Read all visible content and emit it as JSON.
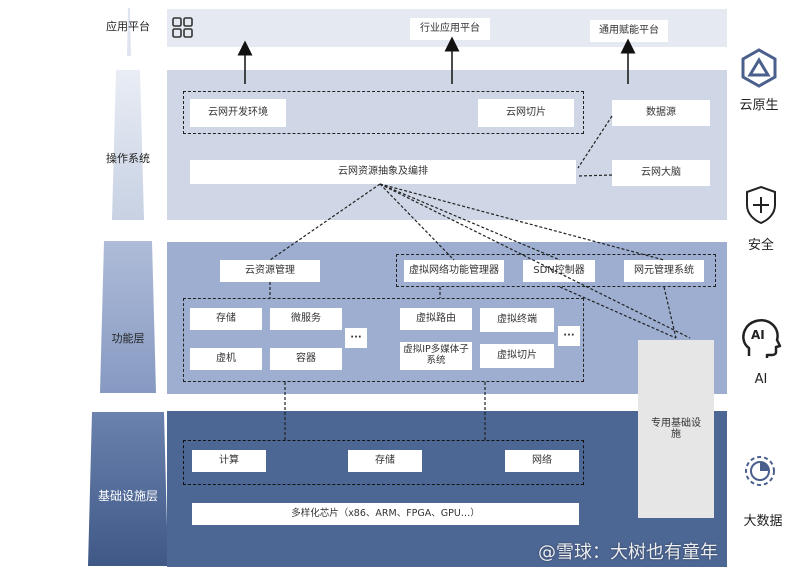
{
  "pyramid_labels": {
    "app_platform": "应用平台",
    "os": "操作系统",
    "function": "功能层",
    "infra": "基础设施层"
  },
  "app_layer": {
    "industry_platform": "行业应用平台",
    "general_platform": "通用赋能平台"
  },
  "os_layer": {
    "dev_env": "云网开发环境",
    "slice": "云网切片",
    "data_source": "数据源",
    "brain": "云网大脑",
    "abstraction": "云网资源抽象及编排"
  },
  "function_layer": {
    "cloud_mgr": "云资源管理",
    "vnf_mgr": "虚拟网络功能管理器",
    "sdn": "SDN控制器",
    "nms": "网元管理系统",
    "storage": "存储",
    "microservice": "微服务",
    "vm": "虚机",
    "container": "容器",
    "ellipsis": "···",
    "vrouter": "虚拟路由",
    "vterminal": "虚拟终端",
    "vip_multimedia": "虚拟IP多媒体子系统",
    "vslice": "虚拟切片"
  },
  "dedicated_infra": "专用基础设施",
  "infra_layer": {
    "compute": "计算",
    "storage": "存储",
    "network": "网络",
    "chips": "多样化芯片（x86、ARM、FPGA、GPU…）"
  },
  "side_icons": {
    "cloud_native": "云原生",
    "security": "安全",
    "ai": "AI",
    "ai_badge": "AI",
    "big_data": "大数据"
  },
  "watermark": "@雪球：大树也有童年",
  "colors": {
    "app_bg": "#e4e9f2",
    "os_bg": "#cfd7e6",
    "func_bg": "#9daed0",
    "infra_bg": "#4d6795",
    "dedicated_bg": "#e6e6e6",
    "icon_blue": "#4a5f8c"
  }
}
